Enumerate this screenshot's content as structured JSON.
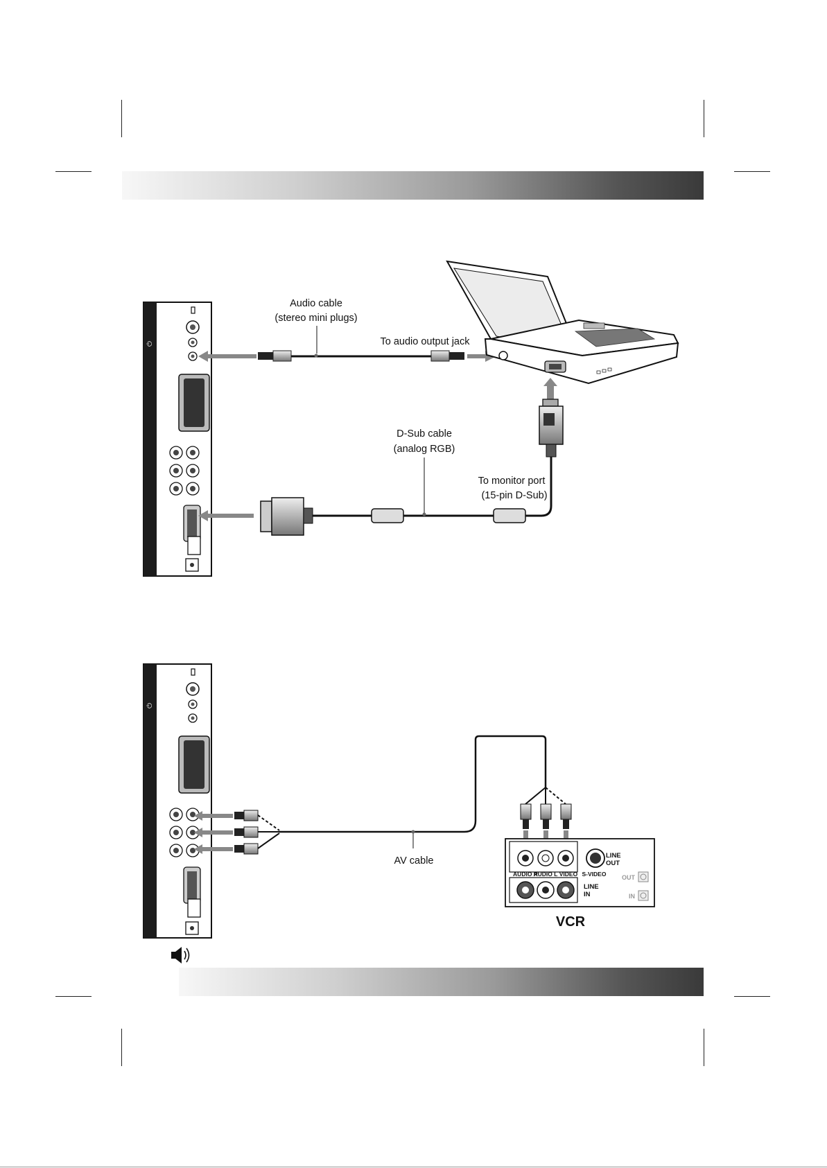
{
  "diagram1": {
    "audio_cable_line1": "Audio cable",
    "audio_cable_line2": "(stereo mini plugs)",
    "audio_output_jack": "To audio output jack",
    "dsub_cable_line1": "D-Sub cable",
    "dsub_cable_line2": "(analog RGB)",
    "monitor_port_line1": "To monitor port",
    "monitor_port_line2": "(15-pin D-Sub)"
  },
  "diagram2": {
    "av_cable": "AV cable",
    "vcr_title": "VCR",
    "vcr_line_out_1": "LINE",
    "vcr_line_out_2": "OUT",
    "vcr_line_in_1": "LINE",
    "vcr_line_in_2": "IN",
    "vcr_audio_r": "AUDIO R",
    "vcr_audio_l": "AUDIO L",
    "vcr_video": "VIDEO",
    "vcr_s_video": "S-VIDEO",
    "vcr_out": "OUT",
    "vcr_in": "IN"
  },
  "icons": [
    "speaker-icon",
    "power-icon",
    "laptop-icon",
    "vga-connector-icon",
    "rca-plug-icon"
  ],
  "colors": {
    "arrow": "#888888",
    "panel": "#1c1c1c",
    "bar_dark": "#3a3a3a"
  }
}
